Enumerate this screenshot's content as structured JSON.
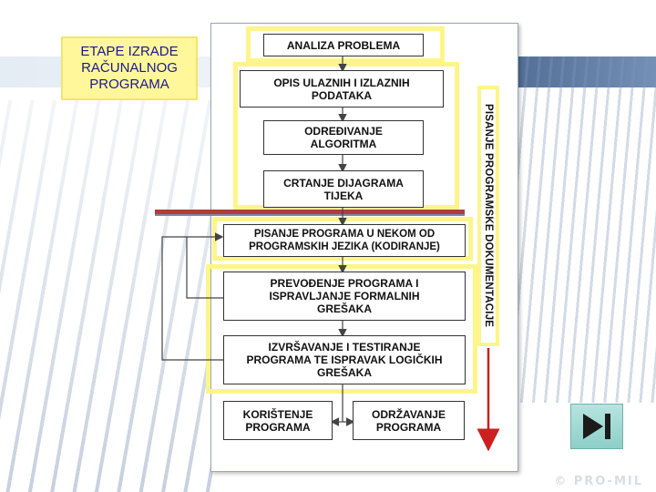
{
  "title": "ETAPE IZRADE\nRAČUNALNOG\nPROGRAMA",
  "steps": {
    "analiza": "ANALIZA PROBLEMA",
    "opis": "OPIS ULAZNIH I IZLAZNIH\nPODATAKA",
    "algoritam": "ODREĐIVANJE\nALGORITMA",
    "dijagram": "CRTANJE DIJAGRAMA\nTIJEKA",
    "kodiranje": "PISANJE PROGRAMA U NEKOM OD\nPROGRAMSKIH JEZIKA (KODIRANJE)",
    "prevodenje": "PREVOĐENJE PROGRAMA I\nISPRAVLJANJE FORMALNIH\nGREŠAKA",
    "testiranje": "IZVRŠAVANJE I TESTIRANJE\nPROGRAMA TE ISPRAVAK LOGIČKIH\nGREŠAKA",
    "koristenje": "KORIŠTENJE\nPROGRAMA",
    "odrzavanje": "ODRŽAVANJE\nPROGRAMA"
  },
  "side_label": "PISANJE PROGRAMSKE DOKUMENTACIJE",
  "copyright": "© PRO-MIL",
  "colors": {
    "highlight": "#fdf58a",
    "title_text": "#1a1a8c",
    "arrow_red": "#cc1f1f",
    "divider_red": "#b53a3a"
  },
  "icons": {
    "next": "skip-next-icon"
  }
}
